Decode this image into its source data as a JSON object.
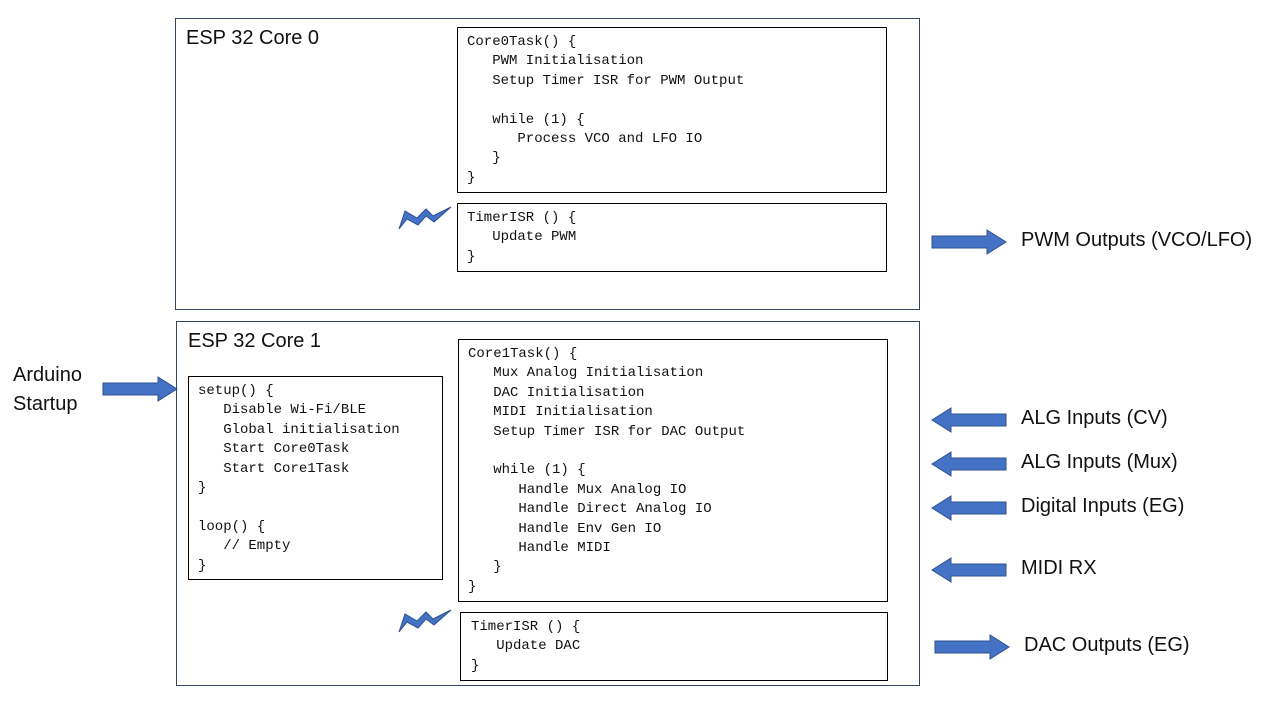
{
  "core0": {
    "title": "ESP 32 Core 0",
    "task_code": [
      "Core0Task() {",
      "   PWM Initialisation",
      "   Setup Timer ISR for PWM Output",
      "",
      "   while (1) {",
      "      Process VCO and LFO IO",
      "   }",
      "}"
    ],
    "isr_code": [
      "TimerISR () {",
      "   Update PWM",
      "}"
    ]
  },
  "core1": {
    "title": "ESP 32 Core 1",
    "setup_code": [
      "setup() {",
      "   Disable Wi-Fi/BLE",
      "   Global initialisation",
      "   Start Core0Task",
      "   Start Core1Task",
      "}",
      "",
      "loop() {",
      "   // Empty",
      "}"
    ],
    "task_code": [
      "Core1Task() {",
      "   Mux Analog Initialisation",
      "   DAC Initialisation",
      "   MIDI Initialisation",
      "   Setup Timer ISR for DAC Output",
      "",
      "   while (1) {",
      "      Handle Mux Analog IO",
      "      Handle Direct Analog IO",
      "      Handle Env Gen IO",
      "      Handle MIDI",
      "   }",
      "}"
    ],
    "isr_code": [
      "TimerISR () {",
      "   Update DAC",
      "}"
    ]
  },
  "startup": {
    "line1": "Arduino",
    "line2": "Startup"
  },
  "io": {
    "pwm_outputs": "PWM Outputs (VCO/LFO)",
    "alg_inputs_cv": "ALG Inputs (CV)",
    "alg_inputs_mux": "ALG Inputs (Mux)",
    "digital_inputs_eg": "Digital Inputs (EG)",
    "midi_rx": "MIDI RX",
    "dac_outputs_eg": "DAC Outputs (EG)"
  },
  "colors": {
    "arrow_fill": "#4472c4",
    "arrow_stroke": "#2f528f",
    "border": "#33475b"
  },
  "icons": {
    "interrupt": "lightning-bolt-icon",
    "flow": "block-arrow-icon"
  }
}
